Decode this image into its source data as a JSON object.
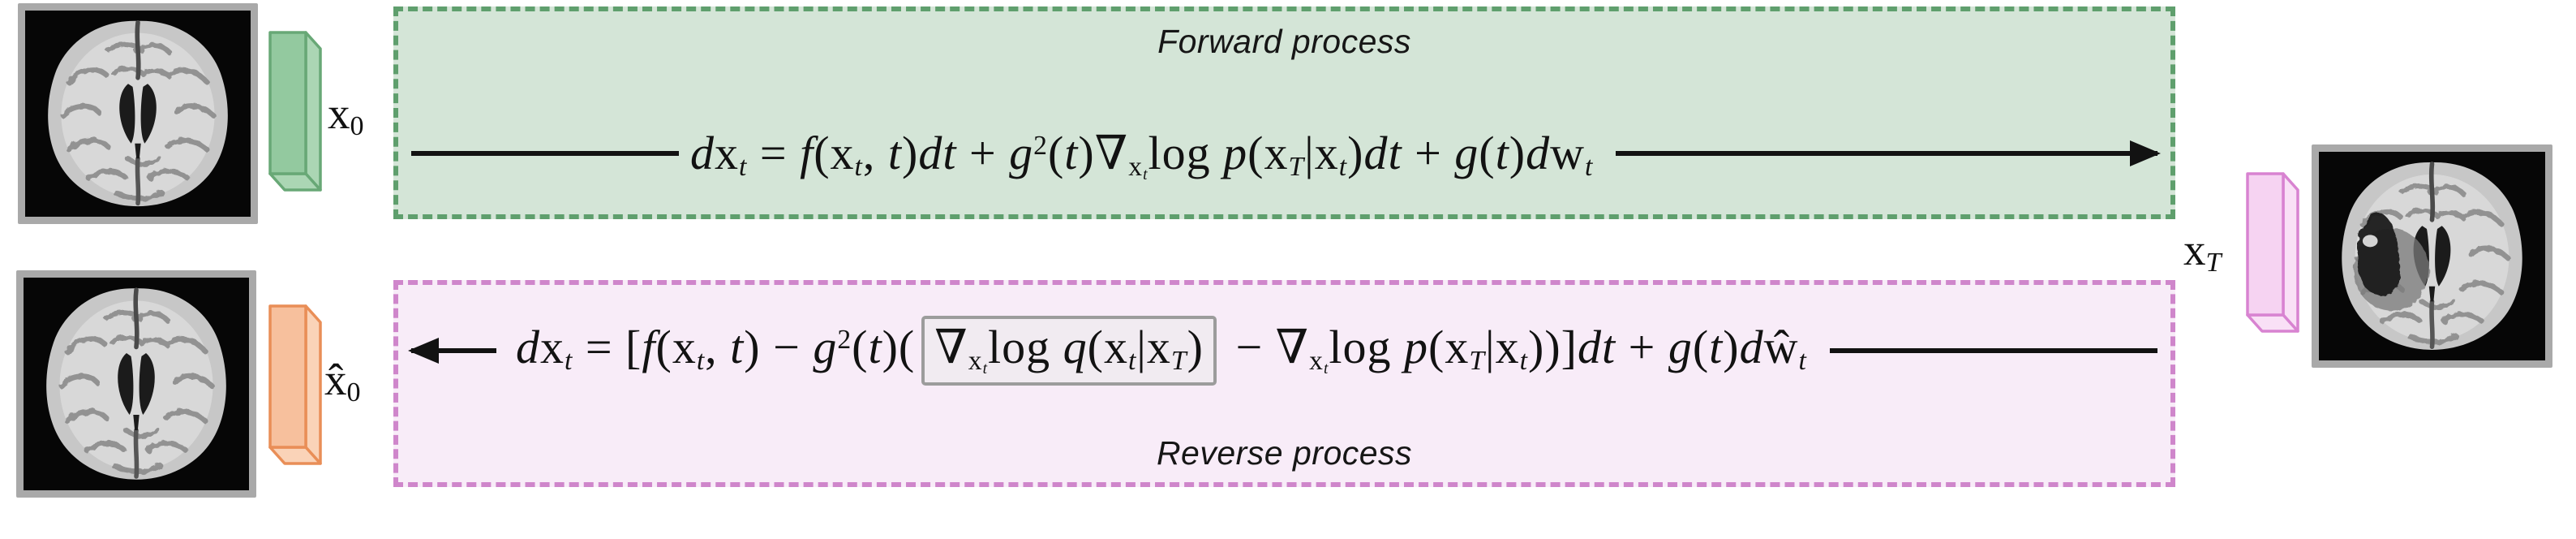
{
  "colors": {
    "ink": "#121212",
    "frame_gray": "#a9a9a9",
    "forward_fill": "#d4e5d7",
    "forward_border": "#5f9f6d",
    "reverse_fill": "#f8ecf8",
    "reverse_border": "#cf86cb",
    "term_box_border": "#9c9c9c",
    "term_box_fill": "#f1ebf1",
    "slab_x0_fill": "#93c99f",
    "slab_x0_side": "#abd6b4",
    "slab_x0_stroke": "#68a876",
    "slab_xT_fill": "#f6d3f2",
    "slab_xT_side": "#f9e0f6",
    "slab_xT_stroke": "#d883d1",
    "slab_x0hat_fill": "#f7c09d",
    "slab_x0hat_side": "#fad3b8",
    "slab_x0hat_stroke": "#e98e57"
  },
  "labels": {
    "x0": {
      "base": "x",
      "sub": "0",
      "sub_italic": false
    },
    "xT": {
      "base": "x",
      "sub": "T",
      "sub_italic": true
    },
    "x0_hat": {
      "base": "x̂",
      "sub": "0",
      "sub_italic": false
    }
  },
  "forward_box": {
    "title": "Forward process",
    "equation_text": "dx_t = f(x_t, t)dt + g²(t)∇_{x_t} log p(x_T|x_t)dt + g(t)dw_t",
    "equation": [
      {
        "k": "it",
        "v": "d"
      },
      {
        "k": "rm",
        "v": "x"
      },
      {
        "k": "sub",
        "c": [
          {
            "k": "it",
            "v": "t"
          }
        ]
      },
      {
        "k": "rm",
        "v": " = "
      },
      {
        "k": "it",
        "v": "f"
      },
      {
        "k": "rm",
        "v": "("
      },
      {
        "k": "rm",
        "v": "x"
      },
      {
        "k": "sub",
        "c": [
          {
            "k": "it",
            "v": "t"
          }
        ]
      },
      {
        "k": "rm",
        "v": ", "
      },
      {
        "k": "it",
        "v": "t"
      },
      {
        "k": "rm",
        "v": ")"
      },
      {
        "k": "it",
        "v": "dt"
      },
      {
        "k": "rm",
        "v": " + "
      },
      {
        "k": "it",
        "v": "g"
      },
      {
        "k": "sup",
        "c": [
          {
            "k": "rm",
            "v": "2"
          }
        ]
      },
      {
        "k": "rm",
        "v": "("
      },
      {
        "k": "it",
        "v": "t"
      },
      {
        "k": "rm",
        "v": ")"
      },
      {
        "k": "rm",
        "v": "∇"
      },
      {
        "k": "sub",
        "c": [
          {
            "k": "rm",
            "v": "x"
          },
          {
            "k": "sub",
            "c": [
              {
                "k": "it",
                "v": "t"
              }
            ]
          }
        ]
      },
      {
        "k": "rm",
        "v": "log "
      },
      {
        "k": "it",
        "v": "p"
      },
      {
        "k": "rm",
        "v": "("
      },
      {
        "k": "rm",
        "v": "x"
      },
      {
        "k": "sub",
        "c": [
          {
            "k": "it",
            "v": "T"
          }
        ]
      },
      {
        "k": "rm",
        "v": "|"
      },
      {
        "k": "rm",
        "v": "x"
      },
      {
        "k": "sub",
        "c": [
          {
            "k": "it",
            "v": "t"
          }
        ]
      },
      {
        "k": "rm",
        "v": ")"
      },
      {
        "k": "it",
        "v": "dt"
      },
      {
        "k": "rm",
        "v": " + "
      },
      {
        "k": "it",
        "v": "g"
      },
      {
        "k": "rm",
        "v": "("
      },
      {
        "k": "it",
        "v": "t"
      },
      {
        "k": "rm",
        "v": ")"
      },
      {
        "k": "it",
        "v": "d"
      },
      {
        "k": "rm",
        "v": "w"
      },
      {
        "k": "sub",
        "c": [
          {
            "k": "it",
            "v": "t"
          }
        ]
      }
    ]
  },
  "reverse_box": {
    "title": "Reverse process",
    "equation_text": "dx_t = [f(x_t, t) − g²(t)(∇_{x_t} log q(x_t|x_T) − ∇_{x_t} log p(x_T|x_t))]dt + g(t)dŵ_t",
    "boxed_term_text": "∇_{x_t} log q(x_t|x_T)",
    "equation": [
      {
        "k": "it",
        "v": "d"
      },
      {
        "k": "rm",
        "v": "x"
      },
      {
        "k": "sub",
        "c": [
          {
            "k": "it",
            "v": "t"
          }
        ]
      },
      {
        "k": "rm",
        "v": " = ["
      },
      {
        "k": "it",
        "v": "f"
      },
      {
        "k": "rm",
        "v": "("
      },
      {
        "k": "rm",
        "v": "x"
      },
      {
        "k": "sub",
        "c": [
          {
            "k": "it",
            "v": "t"
          }
        ]
      },
      {
        "k": "rm",
        "v": ", "
      },
      {
        "k": "it",
        "v": "t"
      },
      {
        "k": "rm",
        "v": ")"
      },
      {
        "k": "rm",
        "v": " − "
      },
      {
        "k": "it",
        "v": "g"
      },
      {
        "k": "sup",
        "c": [
          {
            "k": "rm",
            "v": "2"
          }
        ]
      },
      {
        "k": "rm",
        "v": "("
      },
      {
        "k": "it",
        "v": "t"
      },
      {
        "k": "rm",
        "v": ")("
      },
      {
        "k": "box",
        "c": [
          {
            "k": "rm",
            "v": "∇"
          },
          {
            "k": "sub",
            "c": [
              {
                "k": "rm",
                "v": "x"
              },
              {
                "k": "sub",
                "c": [
                  {
                    "k": "it",
                    "v": "t"
                  }
                ]
              }
            ]
          },
          {
            "k": "rm",
            "v": "log "
          },
          {
            "k": "it",
            "v": "q"
          },
          {
            "k": "rm",
            "v": "("
          },
          {
            "k": "rm",
            "v": "x"
          },
          {
            "k": "sub",
            "c": [
              {
                "k": "it",
                "v": "t"
              }
            ]
          },
          {
            "k": "rm",
            "v": "|"
          },
          {
            "k": "rm",
            "v": "x"
          },
          {
            "k": "sub",
            "c": [
              {
                "k": "it",
                "v": "T"
              }
            ]
          },
          {
            "k": "rm",
            "v": ")"
          }
        ]
      },
      {
        "k": "rm",
        "v": " − ∇"
      },
      {
        "k": "sub",
        "c": [
          {
            "k": "rm",
            "v": "x"
          },
          {
            "k": "sub",
            "c": [
              {
                "k": "it",
                "v": "t"
              }
            ]
          }
        ]
      },
      {
        "k": "rm",
        "v": "log "
      },
      {
        "k": "it",
        "v": "p"
      },
      {
        "k": "rm",
        "v": "("
      },
      {
        "k": "rm",
        "v": "x"
      },
      {
        "k": "sub",
        "c": [
          {
            "k": "it",
            "v": "T"
          }
        ]
      },
      {
        "k": "rm",
        "v": "|"
      },
      {
        "k": "rm",
        "v": "x"
      },
      {
        "k": "sub",
        "c": [
          {
            "k": "it",
            "v": "t"
          }
        ]
      },
      {
        "k": "rm",
        "v": "))]"
      },
      {
        "k": "it",
        "v": "dt"
      },
      {
        "k": "rm",
        "v": " + "
      },
      {
        "k": "it",
        "v": "g"
      },
      {
        "k": "rm",
        "v": "("
      },
      {
        "k": "it",
        "v": "t"
      },
      {
        "k": "rm",
        "v": ")"
      },
      {
        "k": "it",
        "v": "d"
      },
      {
        "k": "rm",
        "v": "ŵ"
      },
      {
        "k": "sub",
        "c": [
          {
            "k": "it",
            "v": "t"
          }
        ]
      }
    ]
  }
}
